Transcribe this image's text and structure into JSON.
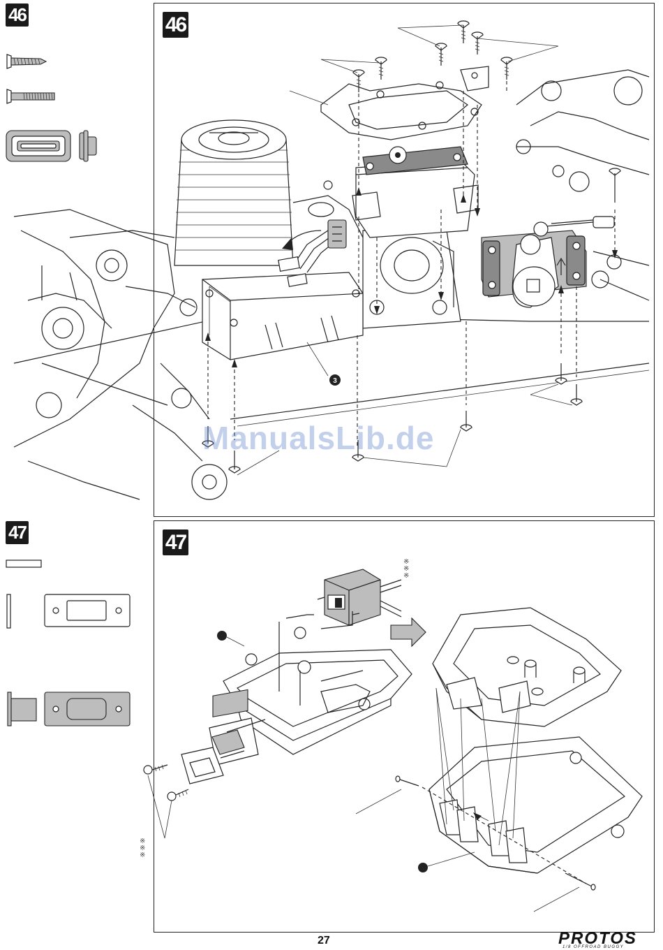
{
  "step46": {
    "label": "46",
    "callout_number": "3"
  },
  "step47": {
    "label": "47"
  },
  "footer": {
    "page_number": "27",
    "brand": "PROTOS",
    "brand_sub": "1/8 OFFROAD BUGGY"
  },
  "watermark": "ManualsLib.de",
  "asterisk_marks": [
    "※",
    "※",
    "※"
  ]
}
